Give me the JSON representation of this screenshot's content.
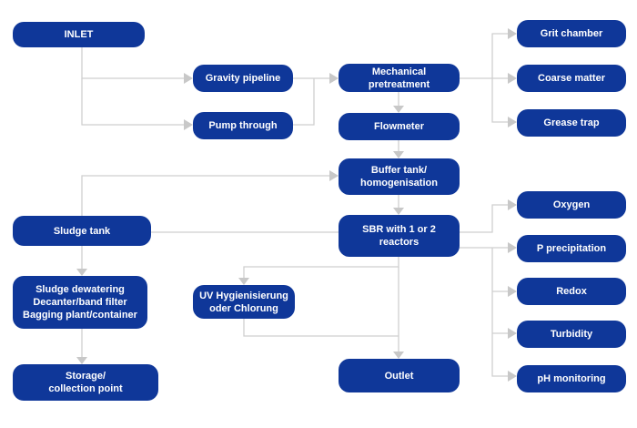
{
  "nodes": {
    "inlet": "INLET",
    "gravity": "Gravity pipeline",
    "pump": "Pump through",
    "mech": "Mechanical\npretreatment",
    "grit": "Grit chamber",
    "coarse": "Coarse matter",
    "grease": "Grease trap",
    "flowmeter": "Flowmeter",
    "buffer": "Buffer tank/\nhomogenisation",
    "sludge_tank": "Sludge tank",
    "sbr": "SBR with 1 or 2\nreactors",
    "oxygen": "Oxygen",
    "pprecip": "P precipitation",
    "redox": "Redox",
    "turbidity": "Turbidity",
    "ph": "pH monitoring",
    "dewatering": "Sludge dewatering\nDecanter/band filter\nBagging plant/container",
    "uv": "UV Hygienisierung\noder Chlorung",
    "outlet": "Outlet",
    "storage": "Storage/\ncollection point"
  },
  "colors": {
    "box": "#0f3799",
    "line": "#cfcfcf",
    "arrow": "#c8c8c8"
  }
}
